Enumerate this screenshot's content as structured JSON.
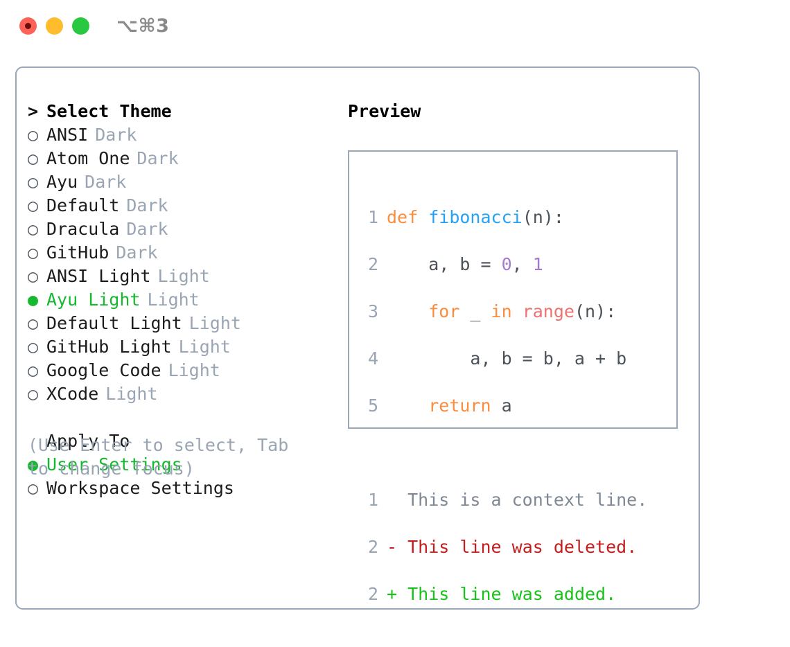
{
  "window": {
    "traffic_lights": [
      {
        "name": "close",
        "color": "#ff6159"
      },
      {
        "name": "minimize",
        "color": "#ffbd2e"
      },
      {
        "name": "zoom",
        "color": "#28c840"
      }
    ],
    "shortcut": "⌥⌘3"
  },
  "theme_picker": {
    "header_marker": ">",
    "header": "Select Theme",
    "selected_theme": "Ayu Light",
    "items": [
      {
        "marker": "○",
        "label": "ANSI",
        "tag": "Dark",
        "selected": false
      },
      {
        "marker": "○",
        "label": "Atom One",
        "tag": "Dark",
        "selected": false
      },
      {
        "marker": "○",
        "label": "Ayu",
        "tag": "Dark",
        "selected": false
      },
      {
        "marker": "○",
        "label": "Default",
        "tag": "Dark",
        "selected": false
      },
      {
        "marker": "○",
        "label": "Dracula",
        "tag": "Dark",
        "selected": false
      },
      {
        "marker": "○",
        "label": "GitHub",
        "tag": "Dark",
        "selected": false
      },
      {
        "marker": "○",
        "label": "ANSI Light",
        "tag": "Light",
        "selected": false
      },
      {
        "marker": "●",
        "label": "Ayu Light",
        "tag": "Light",
        "selected": true
      },
      {
        "marker": "○",
        "label": "Default Light",
        "tag": "Light",
        "selected": false
      },
      {
        "marker": "○",
        "label": "GitHub Light",
        "tag": "Light",
        "selected": false
      },
      {
        "marker": "○",
        "label": "Google Code",
        "tag": "Light",
        "selected": false
      },
      {
        "marker": "○",
        "label": "XCode",
        "tag": "Light",
        "selected": false
      }
    ]
  },
  "apply_to": {
    "header": "Apply To",
    "selected_option": "User Settings",
    "options": [
      {
        "marker": "●",
        "label": "User Settings",
        "selected": true
      },
      {
        "marker": "○",
        "label": "Workspace Settings",
        "selected": false
      }
    ]
  },
  "hint": "(Use Enter to select, Tab to change focus)",
  "preview": {
    "title": "Preview",
    "code_lines": [
      {
        "number": "1",
        "text": "def fibonacci(n):"
      },
      {
        "number": "2",
        "text": "    a, b = 0, 1"
      },
      {
        "number": "3",
        "text": "    for _ in range(n):"
      },
      {
        "number": "4",
        "text": "        a, b = b, a + b"
      },
      {
        "number": "5",
        "text": "    return a"
      }
    ],
    "diff_lines": [
      {
        "number": "1",
        "sign": " ",
        "text": "This is a context line.",
        "kind": "context"
      },
      {
        "number": "2",
        "sign": "-",
        "text": "This line was deleted.",
        "kind": "deleted"
      },
      {
        "number": "2",
        "sign": "+",
        "text": "This line was added.",
        "kind": "added"
      }
    ]
  },
  "colors": {
    "accent_green": "#16b82f",
    "muted_gray": "#9aa5b4",
    "border": "#9aa7b7",
    "keyword": "#fa8d3e",
    "function": "#25a2f5",
    "number": "#a37acc",
    "builtin": "#f07171",
    "deleted": "#c41d1d",
    "added": "#19c219"
  }
}
